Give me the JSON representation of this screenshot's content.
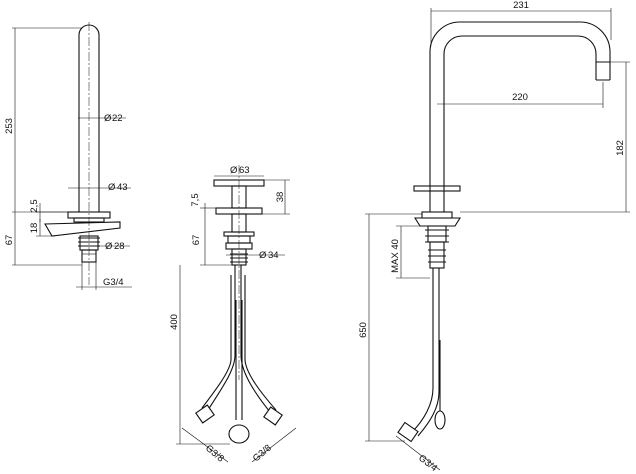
{
  "views": {
    "side_view": {
      "dim_253": "253",
      "dim_22": "22",
      "dim_43": "43",
      "dim_2_5": "2,5",
      "dim_18": "18",
      "dim_67": "67",
      "dim_28": "28",
      "thread": "G3/4"
    },
    "handle_view": {
      "dim_63": "63",
      "dim_7_5": "7,5",
      "dim_38": "38",
      "dim_67": "67",
      "dim_34": "34",
      "dim_400": "400",
      "thread_left": "G3/8",
      "thread_right": "G3/8"
    },
    "front_view": {
      "dim_231": "231",
      "dim_220": "220",
      "dim_182": "182",
      "dim_max40": "MAX 40",
      "dim_650": "650",
      "thread": "G3/4"
    }
  },
  "symbols": {
    "diameter": "Ø"
  }
}
